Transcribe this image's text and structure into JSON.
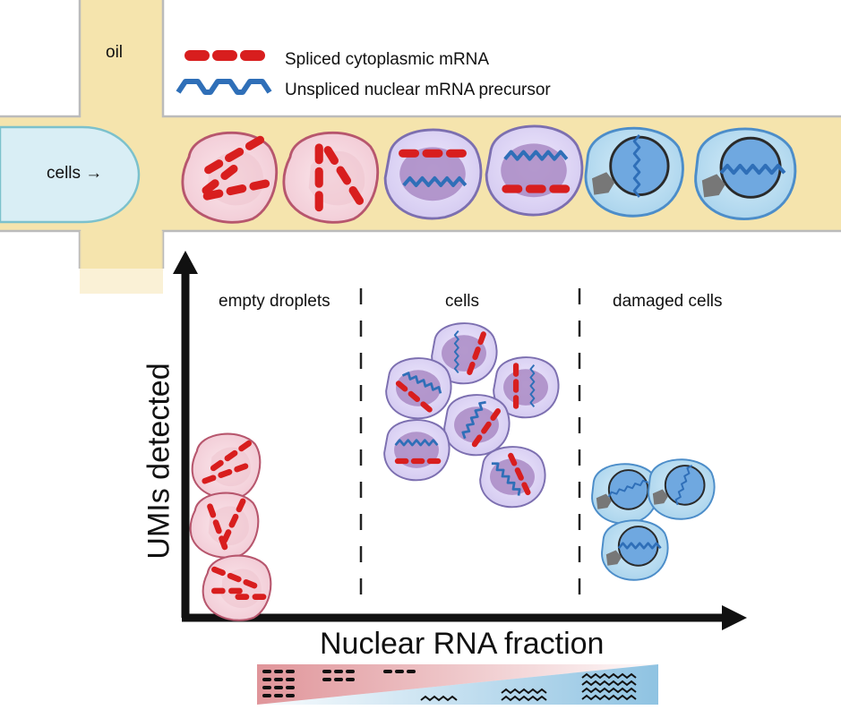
{
  "channel": {
    "oil_label": "oil",
    "cells_label": "cells →"
  },
  "legend": {
    "spliced_label": "Spliced cytoplasmic mRNA",
    "unspliced_label": "Unspliced nuclear mRNA precursor"
  },
  "plot": {
    "regions": [
      "empty droplets",
      "cells",
      "damaged cells"
    ],
    "y_axis_label": "UMIs detected",
    "x_axis_label": "Nuclear RNA fraction"
  },
  "colors": {
    "oil": "#f5e4ad",
    "oil_border": "#bbbbbb",
    "inlet": "#d9eef5",
    "inlet_border": "#7cc1cc",
    "spliced_mrna": "#d81e1e",
    "unspliced_mrna": "#2f6fb8",
    "empty_droplet_fill": "#f7dce3",
    "empty_droplet_border": "#b7566d",
    "cell_fill": "#e6defa",
    "cell_border": "#7c6fb0",
    "nucleus_fill": "#a98ac4",
    "damaged_fill": "#b9def2",
    "damaged_border": "#4c8dc9",
    "damaged_nucleus": "#6fa8e0",
    "debris": "#777777",
    "gradient_red": "#e0959a",
    "gradient_blue": "#8fc3e2",
    "axis": "#111111"
  }
}
